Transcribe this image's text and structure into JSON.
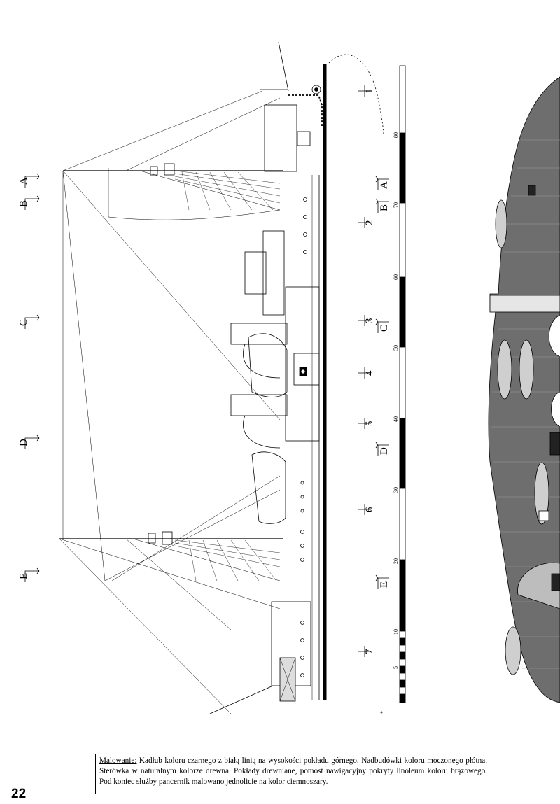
{
  "page": {
    "number": "22"
  },
  "caption": {
    "heading": "Malowanie:",
    "text": " Kadłub koloru czarnego z białą linią na wysokości pokładu górnego. Nadbudówki koloru moczonego płótna. Sterówka w naturalnym kolorze drewna. Pokłady drewniane, pomost nawigacyjny pokryty linoleum koloru brązowego. Pod koniec służby pancernik malowano jednolicie na kolor ciemnoszary."
  },
  "section_markers": {
    "top": [
      "A",
      "B",
      "C",
      "D",
      "E"
    ],
    "lower": [
      "A",
      "B",
      "C",
      "D",
      "E"
    ]
  },
  "frame_numbers": [
    "1",
    "2",
    "3",
    "4",
    "5",
    "6",
    "7"
  ],
  "scale_bar": {
    "labels": [
      "80",
      "70",
      "60",
      "50",
      "40",
      "30",
      "20",
      "10",
      "5"
    ]
  }
}
